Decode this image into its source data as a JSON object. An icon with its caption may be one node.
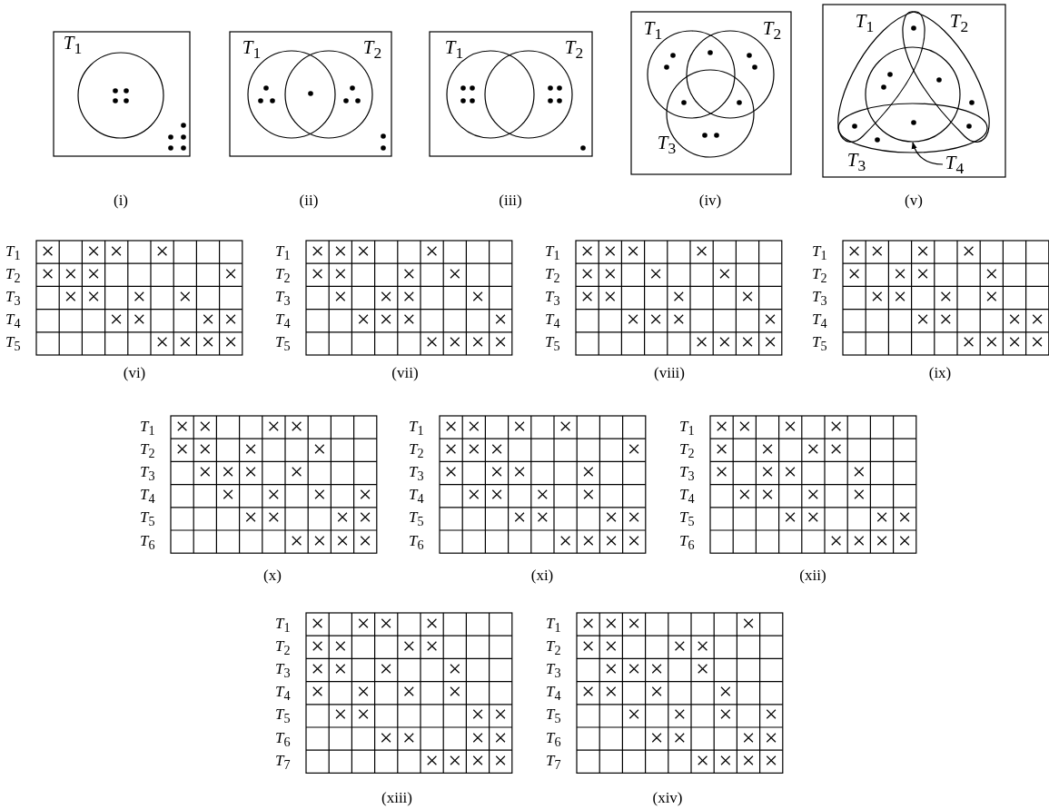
{
  "diagram": {
    "nodes": [
      {
        "text": [
          "*T*$_{4}$"
        ]
      },
      {
        "text": [],
        "shape": "circle"
      }
    ],
    "edges": [
      {
        "from": 0,
        "to": 1,
        "arrow": "to"
      }
    ],
    "labels": [
      "*T*$_{1}$",
      "(i)",
      "*T*$_{1}$",
      "*T*$_{2}$",
      "(ii)",
      "*T*$_{1}$",
      "*T*$_{2}$",
      "(iii)",
      "*T*$_{1}$",
      "*T*$_{2}$",
      "*T*$_{3}$",
      "(iv)",
      "*T*$_{1}$",
      "*T*$_{2}$",
      "*T*$_{3}$",
      "(v)",
      "*T*$_{1}$",
      "×",
      "×",
      "×",
      "×",
      "*T*$_{2}$",
      "×",
      "×",
      "×",
      "×",
      "*T*$_{3}$",
      "×",
      "×",
      "×",
      "×",
      "*T*$_{4}$",
      "×",
      "×",
      "×",
      "×",
      "*T*$_{5}$",
      "×",
      "×",
      "×",
      "×",
      "(vi)",
      "*T*$_{1}$",
      "×",
      "×",
      "×",
      "×",
      "*T*$_{2}$",
      "×",
      "×",
      "×",
      "×",
      "*T*$_{3}$",
      "×",
      "×",
      "×",
      "×",
      "*T*$_{4}$",
      "×",
      "×",
      "×",
      "×",
      "*T*$_{5}$",
      "×",
      "×",
      "×",
      "×",
      "(vii)",
      "*T*$_{1}$",
      "×",
      "×",
      "×",
      "×",
      "*T*$_{2}$",
      "×",
      "×",
      "×",
      "×",
      "*T*$_{3}$",
      "×",
      "×",
      "×",
      "×",
      "*T*$_{4}$",
      "×",
      "×",
      "×",
      "×",
      "*T*$_{5}$",
      "×",
      "×",
      "×",
      "×",
      "(viii)",
      "*T*$_{1}$",
      "×",
      "×",
      "×",
      "×",
      "*T*$_{2}$",
      "×",
      "×",
      "×",
      "×",
      "*T*$_{3}$",
      "×",
      "×",
      "×",
      "×",
      "*T*$_{4}$",
      "×",
      "×",
      "×",
      "×",
      "*T*$_{5}$",
      "×",
      "×",
      "×",
      "×",
      "(ix)",
      "*T*$_{1}$",
      "×",
      "×",
      "×",
      "×",
      "*T*$_{2}$",
      "×",
      "×",
      "×",
      "×",
      "*T*$_{3}$",
      "×",
      "×",
      "×",
      "×",
      "*T*$_{4}$",
      "×",
      "×",
      "×",
      "×",
      "*T*$_{5}$",
      "×",
      "×",
      "×",
      "×",
      "*T*$_{6}$",
      "×",
      "×",
      "×",
      "×",
      "(x)",
      "*T*$_{1}$",
      "×",
      "×",
      "×",
      "×",
      "*T*$_{2}$",
      "×",
      "×",
      "×",
      "×",
      "*T*$_{3}$",
      "×",
      "×",
      "×",
      "×",
      "*T*$_{4}$",
      "×",
      "×",
      "×",
      "×",
      "*T*$_{5}$",
      "×",
      "×",
      "×",
      "×",
      "*T*$_{6}$",
      "×",
      "×",
      "×",
      "×",
      "(xi)",
      "*T*$_{1}$",
      "×",
      "×",
      "×",
      "×",
      "*T*$_{2}$",
      "×",
      "×",
      "×",
      "×",
      "*T*$_{3}$",
      "×",
      "×",
      "×",
      "×",
      "*T*$_{4}$",
      "×",
      "×",
      "×",
      "×",
      "*T*$_{5}$",
      "×",
      "×",
      "×",
      "×",
      "*T*$_{6}$",
      "×",
      "×",
      "×",
      "×",
      "(xii)",
      "*T*$_{1}$",
      "×",
      "×",
      "×",
      "×",
      "*T*$_{2}$",
      "×",
      "×",
      "×",
      "×",
      "*T*$_{3}$",
      "×",
      "×",
      "×",
      "×",
      "*T*$_{4}$",
      "×",
      "×",
      "×",
      "×",
      "*T*$_{5}$",
      "×",
      "×",
      "×",
      "×",
      "*T*$_{6}$",
      "×",
      "×",
      "×",
      "×",
      "*T*$_{7}$",
      "×",
      "×",
      "×",
      "×",
      "(xiii)",
      "*T*$_{1}$",
      "×",
      "×",
      "×",
      "×",
      "*T*$_{2}$",
      "×",
      "×",
      "×",
      "×",
      "*T*$_{3}$",
      "×",
      "×",
      "×",
      "×",
      "*T*$_{4}$",
      "×",
      "×",
      "×",
      "×",
      "*T*$_{5}$",
      "×",
      "×",
      "×",
      "×",
      "*T*$_{6}$",
      "×",
      "×",
      "×",
      "×",
      "*T*$_{7}$",
      "×",
      "×",
      "×",
      "×",
      "(xiv)"
    ]
  }
}
